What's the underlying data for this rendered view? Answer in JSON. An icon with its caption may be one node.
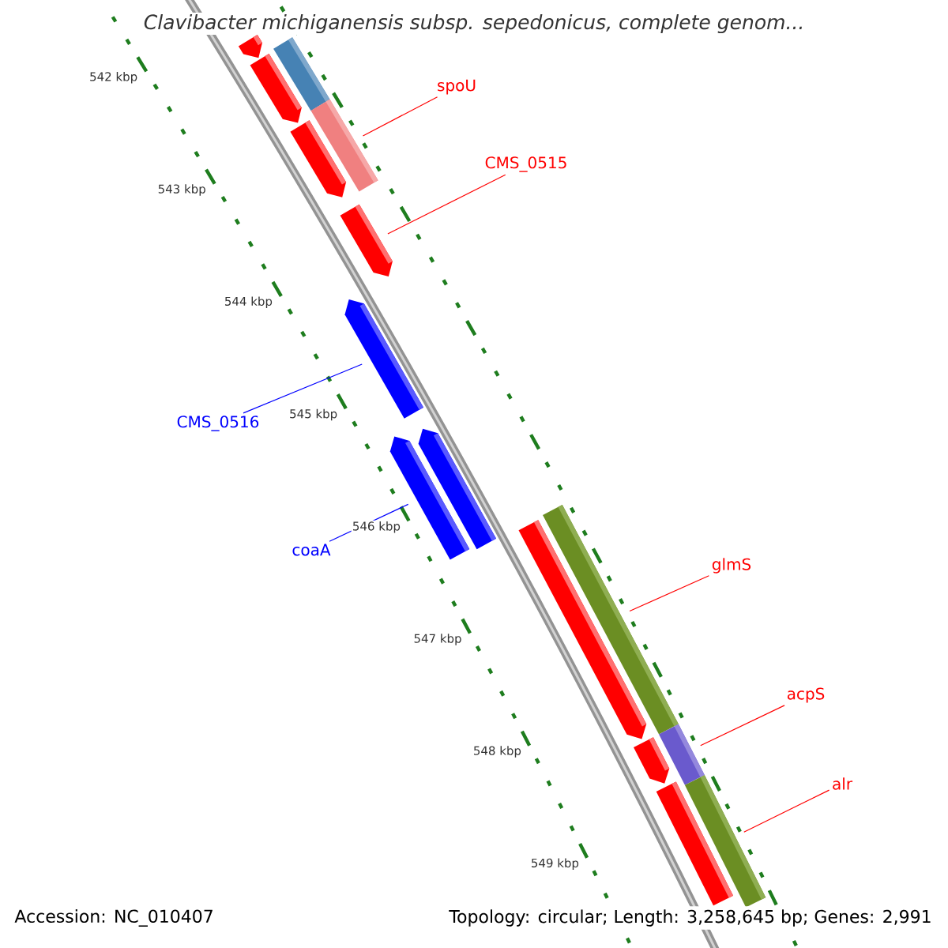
{
  "diagram": {
    "title": "Clavibacter michiganensis subsp. sepedonicus, complete genom...",
    "nodes": [
      {
        "text": [
          "spoU"
        ]
      },
      {
        "text": [
          "CMS_0515"
        ]
      },
      {
        "text": [
          "CMS_0516"
        ]
      },
      {
        "text": [
          "coaA"
        ]
      },
      {
        "text": [
          "glmS"
        ]
      },
      {
        "text": [
          "acpS"
        ]
      },
      {
        "text": [
          "alr"
        ]
      },
      {
        "text": [],
        "shape": "bar"
      },
      {
        "text": [],
        "shape": "bar"
      },
      {
        "text": [],
        "shape": "bar"
      },
      {
        "text": [],
        "shape": "bar"
      },
      {
        "text": [],
        "shape": "bar"
      },
      {
        "text": [],
        "shape": "bar"
      },
      {
        "text": [],
        "shape": "bar"
      },
      {
        "text": [],
        "shape": "bar"
      },
      {
        "text": [],
        "shape": "bar"
      },
      {
        "text": [],
        "shape": "bar"
      },
      {
        "text": [],
        "shape": "bar"
      },
      {
        "text": [],
        "shape": "bar"
      },
      {
        "text": [],
        "shape": "bar"
      },
      {
        "text": [],
        "shape": "bar"
      },
      {
        "text": [],
        "shape": "bar"
      }
    ],
    "edges": [
      {
        "from": 0,
        "to": 10,
        "arrow": "none"
      },
      {
        "from": 1,
        "to": 12,
        "arrow": "none"
      },
      {
        "from": 2,
        "to": 13,
        "arrow": "none",
        "color": "#0000ff"
      },
      {
        "from": 3,
        "to": 15,
        "arrow": "none",
        "color": "#0000ff"
      },
      {
        "from": 4,
        "to": 17,
        "arrow": "none"
      },
      {
        "from": 5,
        "to": 18,
        "arrow": "none"
      },
      {
        "from": 6,
        "to": 20,
        "arrow": "none"
      }
    ],
    "labels": [
      "542 kbp",
      "543 kbp",
      "544 kbp",
      "545 kbp",
      "546 kbp",
      "547 kbp",
      "548 kbp",
      "549 kbp",
      "Accession: NC_010407",
      "Topology: circular; Length: 3,258,645 bp; Genes: 2,991"
    ]
  }
}
